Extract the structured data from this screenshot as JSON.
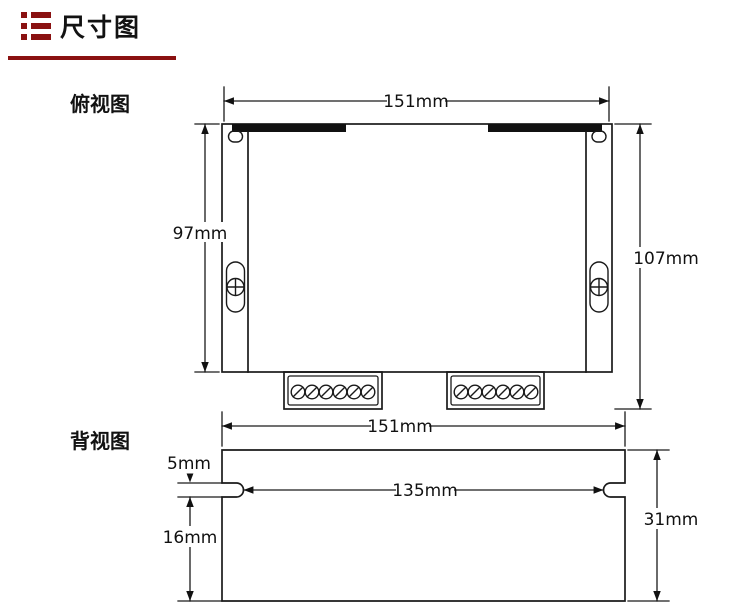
{
  "header": {
    "title": "尺寸图",
    "accent_color": "#8a1111"
  },
  "top_view": {
    "label": "俯视图",
    "dim_width": "151mm",
    "dim_body_height": "97mm",
    "dim_total_height": "107mm"
  },
  "back_view": {
    "label": "背视图",
    "dim_width": "151mm",
    "dim_inner_width": "135mm",
    "dim_notch_offset": "5mm",
    "dim_lower_height": "16mm",
    "dim_height": "31mm"
  }
}
